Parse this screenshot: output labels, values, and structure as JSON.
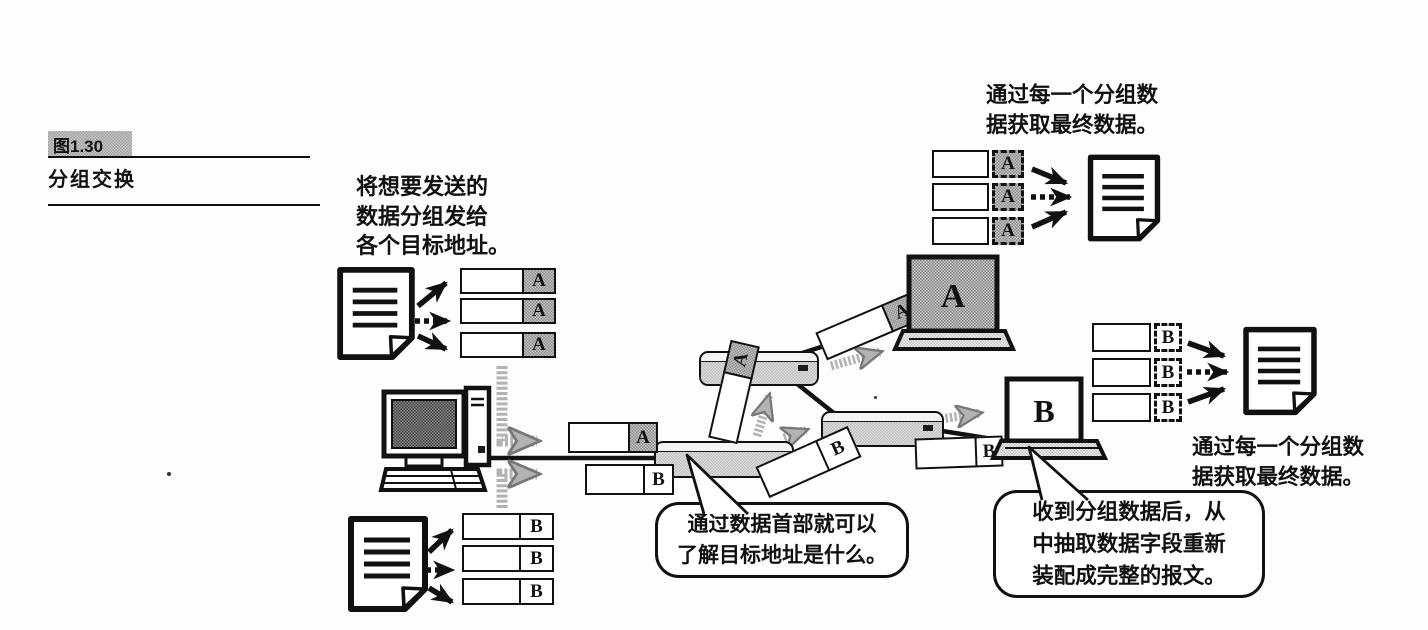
{
  "figure": {
    "tag": "图1.30",
    "title": "分组交换"
  },
  "labels": {
    "a": "A",
    "b": "B"
  },
  "annotations": {
    "send": [
      "将想要发送的",
      "数据分组发给",
      "各个目标地址。"
    ],
    "receive_top": [
      "通过每一个分组数",
      "据获取最终数据。"
    ],
    "receive_bottom": [
      "通过每一个分组数",
      "据获取最终数据。"
    ],
    "callout_header": [
      "通过数据首部就可以",
      "了解目标地址是什么。"
    ],
    "callout_reassemble": [
      "收到分组数据后，从",
      "中抽取数据字段重新",
      "装配成完整的报文。"
    ]
  },
  "colors": {
    "ink": "#111111",
    "arrow_gray": "#b3b3b3",
    "halftone_mid": "#8a8a8a",
    "paper": "#ffffff"
  }
}
